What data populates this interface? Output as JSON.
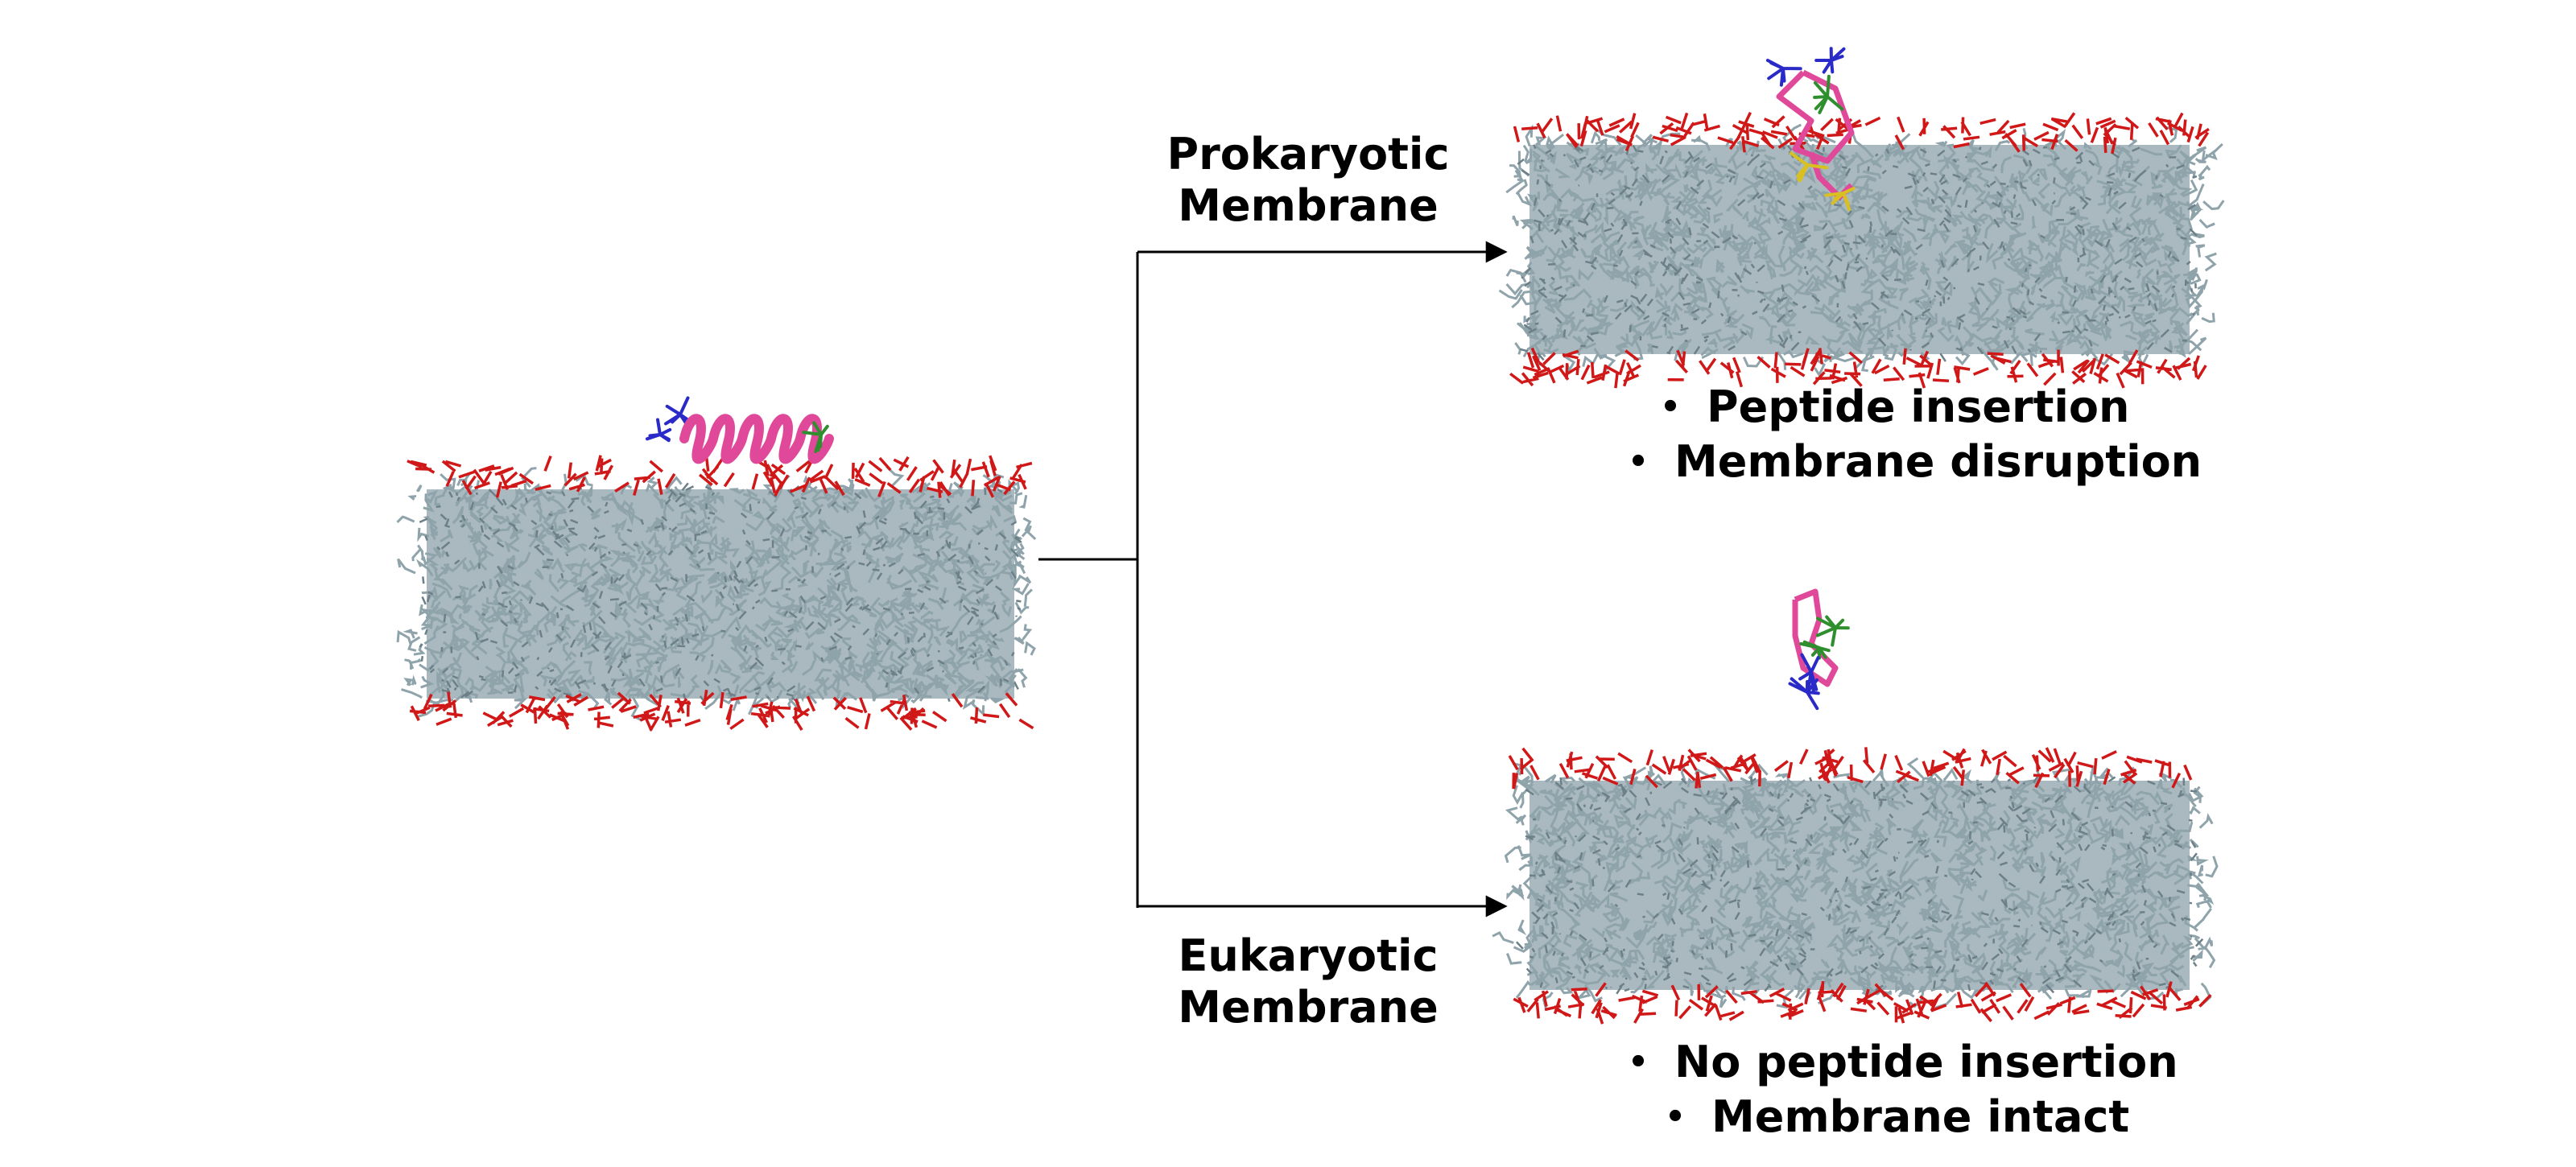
{
  "paths": {
    "prokaryotic": {
      "label_line1": "Prokaryotic",
      "label_line2": "Membrane",
      "outcomes": [
        "Peptide insertion",
        "Membrane disruption"
      ],
      "peptide_state": "inserted"
    },
    "eukaryotic": {
      "label_line1": "Eukaryotic",
      "label_line2": "Membrane",
      "outcomes": [
        "No peptide insertion",
        "Membrane intact"
      ],
      "peptide_state": "detached"
    }
  },
  "bullet_glyph": "•",
  "colors": {
    "lipid_tail": "#8fa3ab",
    "lipid_tail_dark": "#6d8088",
    "head_group": "#d01818",
    "helix": "#e0489a",
    "residue_blue": "#2a2ac8",
    "residue_green": "#2f8f2f",
    "residue_yellow": "#d8c020",
    "arrow": "#000000"
  },
  "icons": {
    "membrane": "lipid-bilayer-icon",
    "peptide": "alpha-helix-peptide-icon"
  }
}
